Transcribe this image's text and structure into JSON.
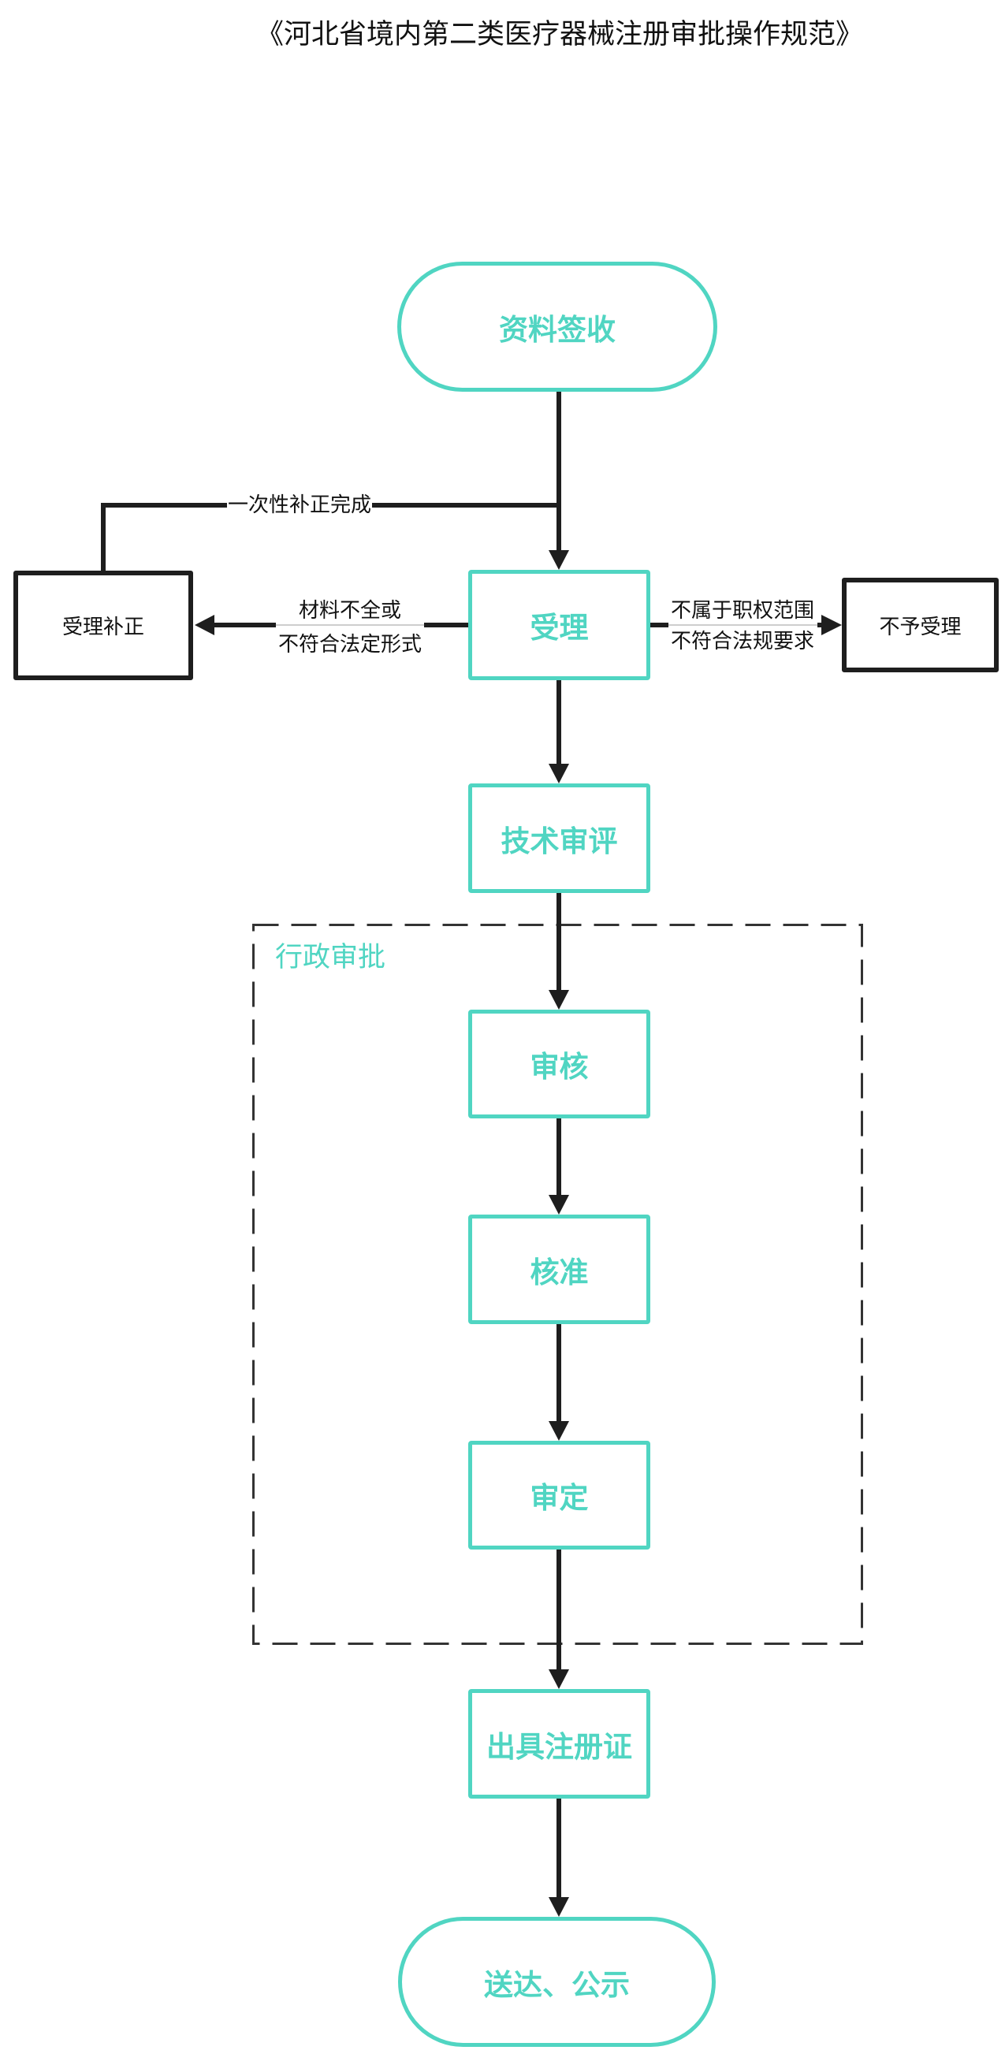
{
  "title": "《河北省境内第二类医疗器械注册审批操作规范》",
  "colors": {
    "accent": "#50d5c2",
    "line": "#1e1e1e",
    "dashed_border": "#333333",
    "text": "#111111"
  },
  "nodes": {
    "start": {
      "label": "资料签收",
      "shape": "terminal"
    },
    "accept": {
      "label": "受理",
      "shape": "process"
    },
    "correction": {
      "label": "受理补正",
      "shape": "process-plain"
    },
    "reject": {
      "label": "不予受理",
      "shape": "process-plain"
    },
    "tech_review": {
      "label": "技术审评",
      "shape": "process"
    },
    "review": {
      "label": "审核",
      "shape": "process"
    },
    "approve": {
      "label": "核准",
      "shape": "process"
    },
    "decide": {
      "label": "审定",
      "shape": "process"
    },
    "issue": {
      "label": "出具注册证",
      "shape": "process"
    },
    "end": {
      "label": "送达、公示",
      "shape": "terminal"
    }
  },
  "group": {
    "label": "行政审批",
    "members": [
      "审核",
      "核准",
      "审定"
    ]
  },
  "edges": {
    "start_to_accept": {
      "from": "资料签收",
      "to": "受理"
    },
    "correction_to_accept": {
      "from": "受理补正",
      "to": "受理",
      "label": "一次性补正完成"
    },
    "accept_to_correction": {
      "from": "受理",
      "to": "受理补正",
      "label_lines": [
        "材料不全或",
        "不符合法定形式"
      ]
    },
    "accept_to_reject": {
      "from": "受理",
      "to": "不予受理",
      "label_lines": [
        "不属于职权范围",
        "不符合法规要求"
      ]
    },
    "accept_to_tech_review": {
      "from": "受理",
      "to": "技术审评"
    },
    "tech_review_to_review": {
      "from": "技术审评",
      "to": "审核"
    },
    "review_to_approve": {
      "from": "审核",
      "to": "核准"
    },
    "approve_to_decide": {
      "from": "核准",
      "to": "审定"
    },
    "decide_to_issue": {
      "from": "审定",
      "to": "出具注册证"
    },
    "issue_to_end": {
      "from": "出具注册证",
      "to": "送达、公示"
    }
  }
}
